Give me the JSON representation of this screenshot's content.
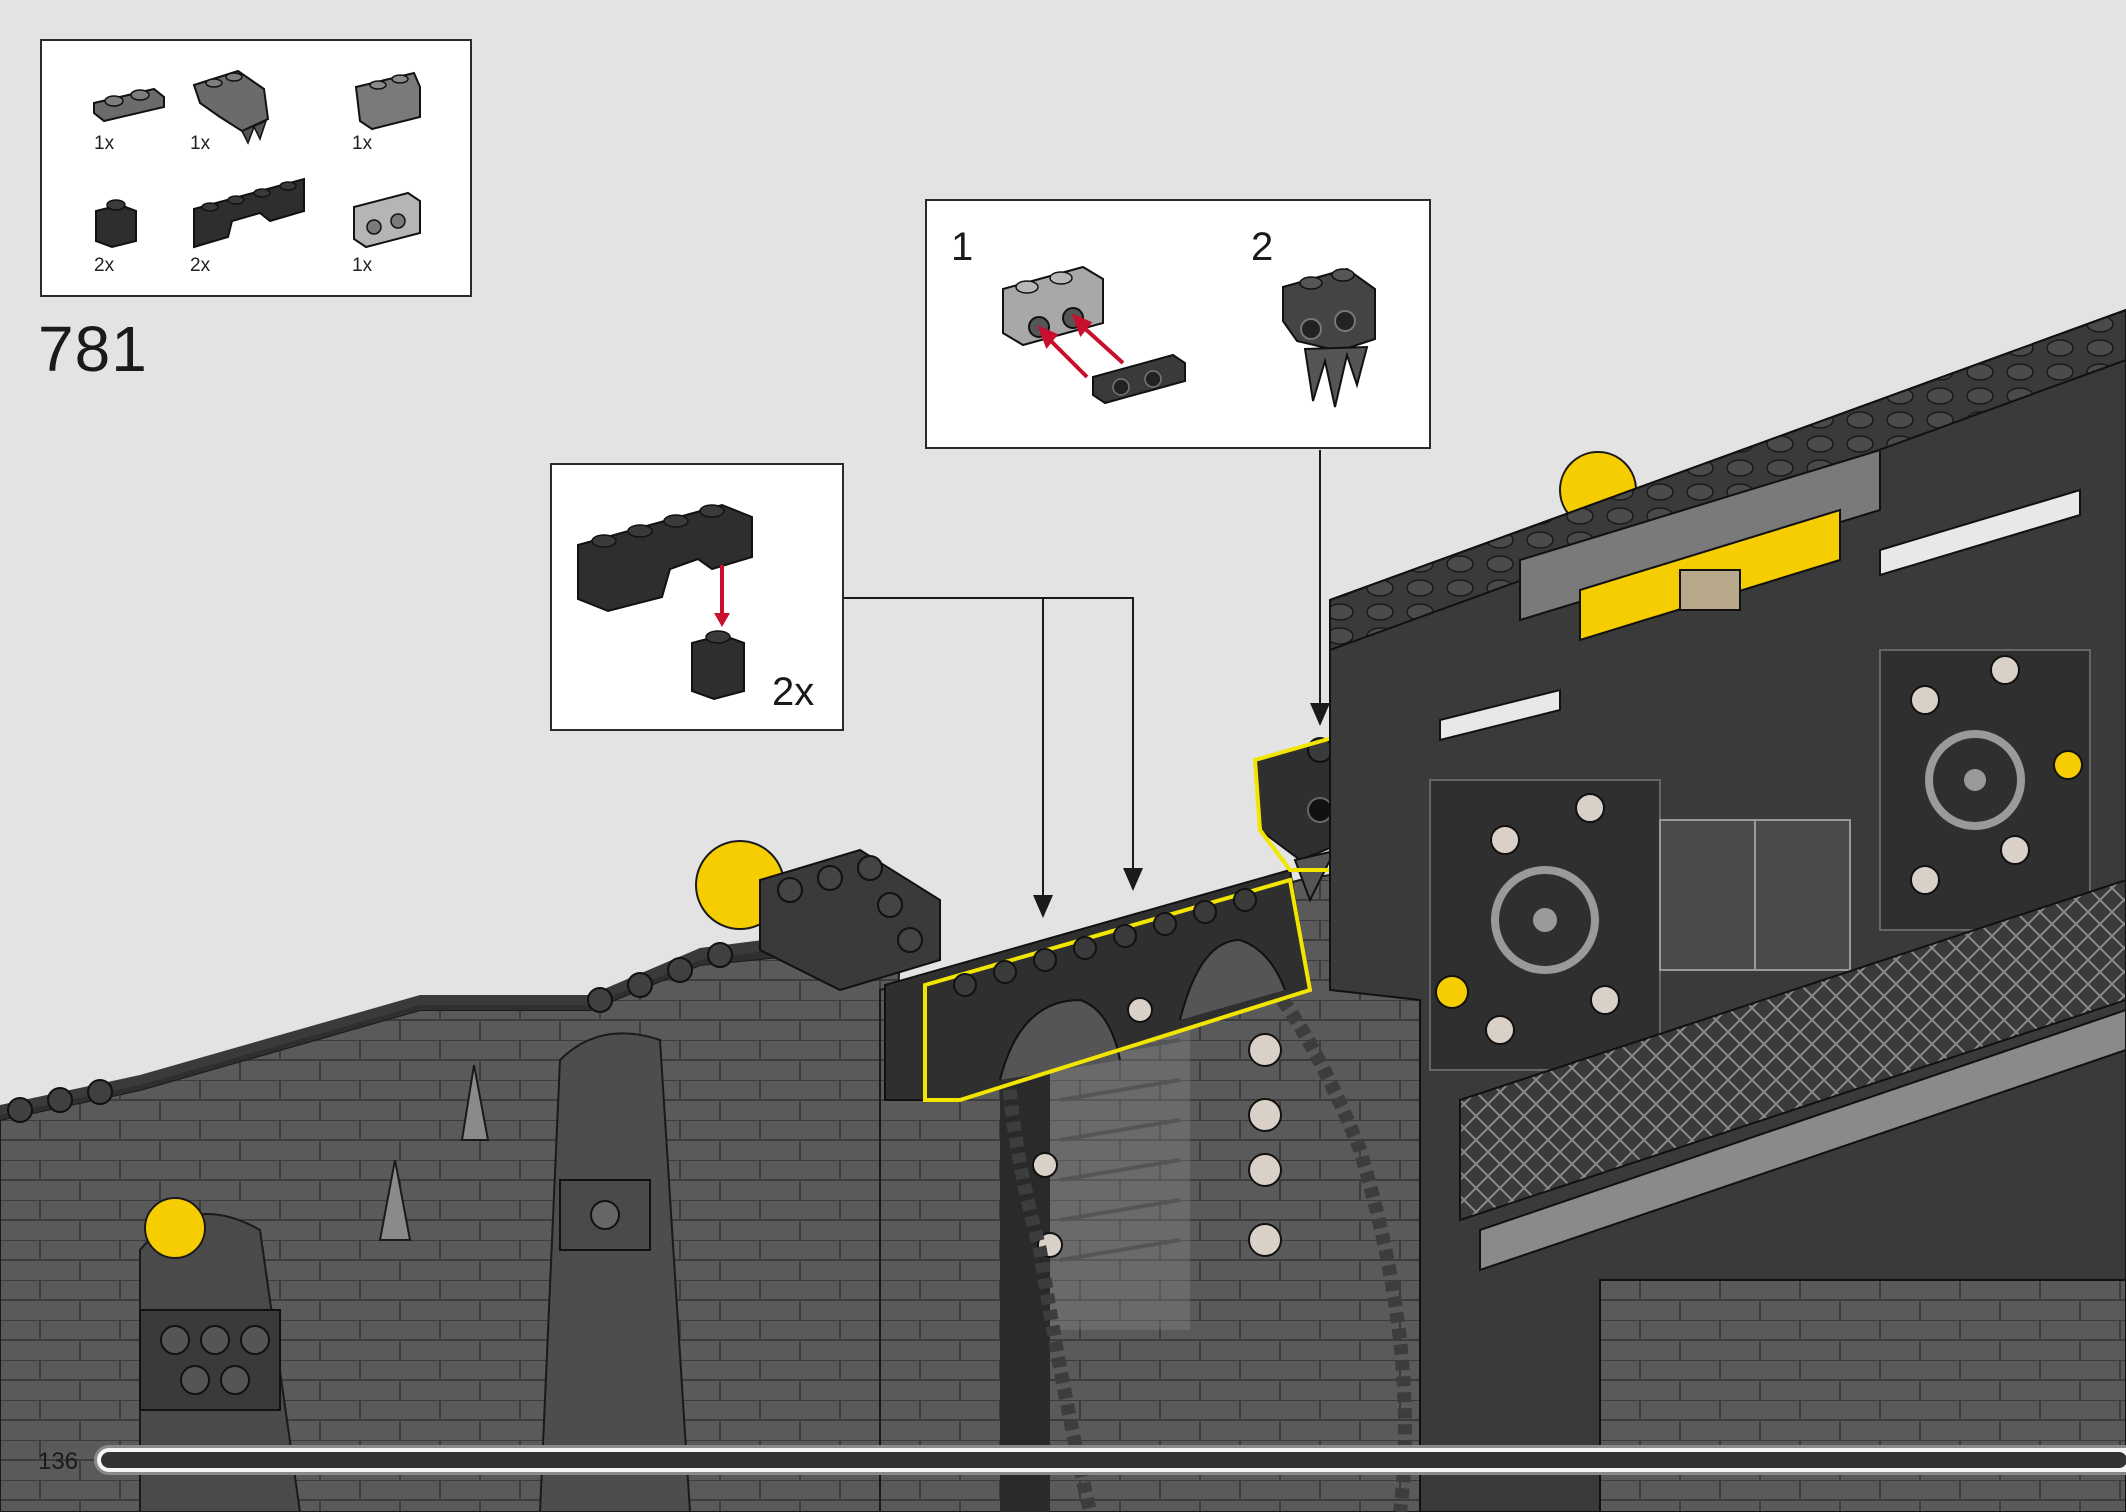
{
  "parts_list": {
    "items": [
      {
        "part": "plate-1x2-dark",
        "qty": "1x"
      },
      {
        "part": "claw-bracket-dark",
        "qty": "1x"
      },
      {
        "part": "slope-inverted-dark",
        "qty": "1x"
      },
      {
        "part": "brick-1x1-black",
        "qty": "2x"
      },
      {
        "part": "arch-1x4-black",
        "qty": "2x"
      },
      {
        "part": "brick-1x2-studs-light",
        "qty": "1x"
      }
    ]
  },
  "step_number": "781",
  "callouts": {
    "arch": {
      "qty": "2x"
    },
    "subassembly": {
      "step1": "1",
      "step2": "2"
    }
  },
  "page": {
    "number": "136",
    "progress_fraction": 0.99
  },
  "colors": {
    "background": "#e3e3e3",
    "highlight": "#f2e600",
    "arrow_red": "#c8102e",
    "dark_brick": "#3a3a3a",
    "mid_brick": "#6b6b6b",
    "yellow_brick": "#f5cd00"
  }
}
